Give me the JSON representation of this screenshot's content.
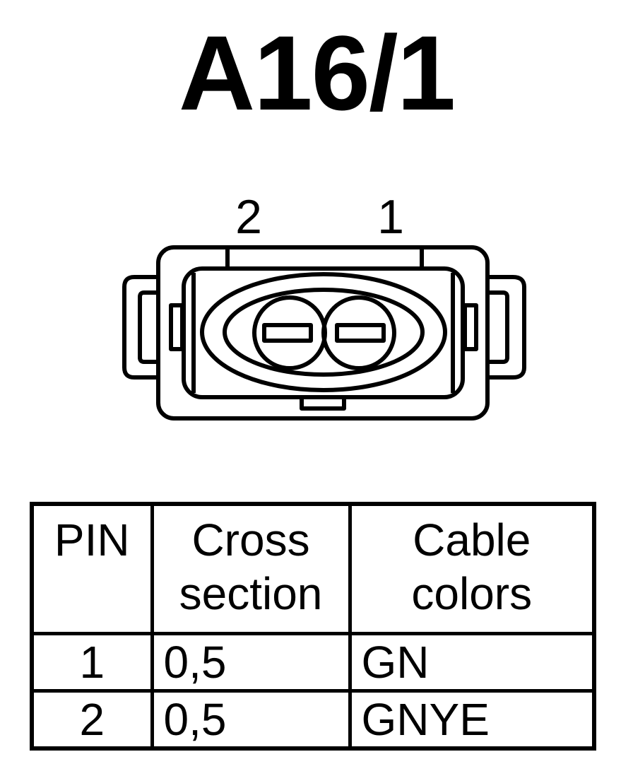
{
  "title": "A16/1",
  "connector": {
    "pin_labels": {
      "left": "2",
      "right": "1"
    }
  },
  "table": {
    "headers": {
      "pin": "PIN",
      "cross_section_line1": "Cross",
      "cross_section_line2": "section",
      "cable_colors_line1": "Cable",
      "cable_colors_line2": "colors"
    },
    "rows": [
      {
        "pin": "1",
        "cross_section": "0,5",
        "cable_color": "GN"
      },
      {
        "pin": "2",
        "cross_section": "0,5",
        "cable_color": "GNYE"
      }
    ]
  }
}
